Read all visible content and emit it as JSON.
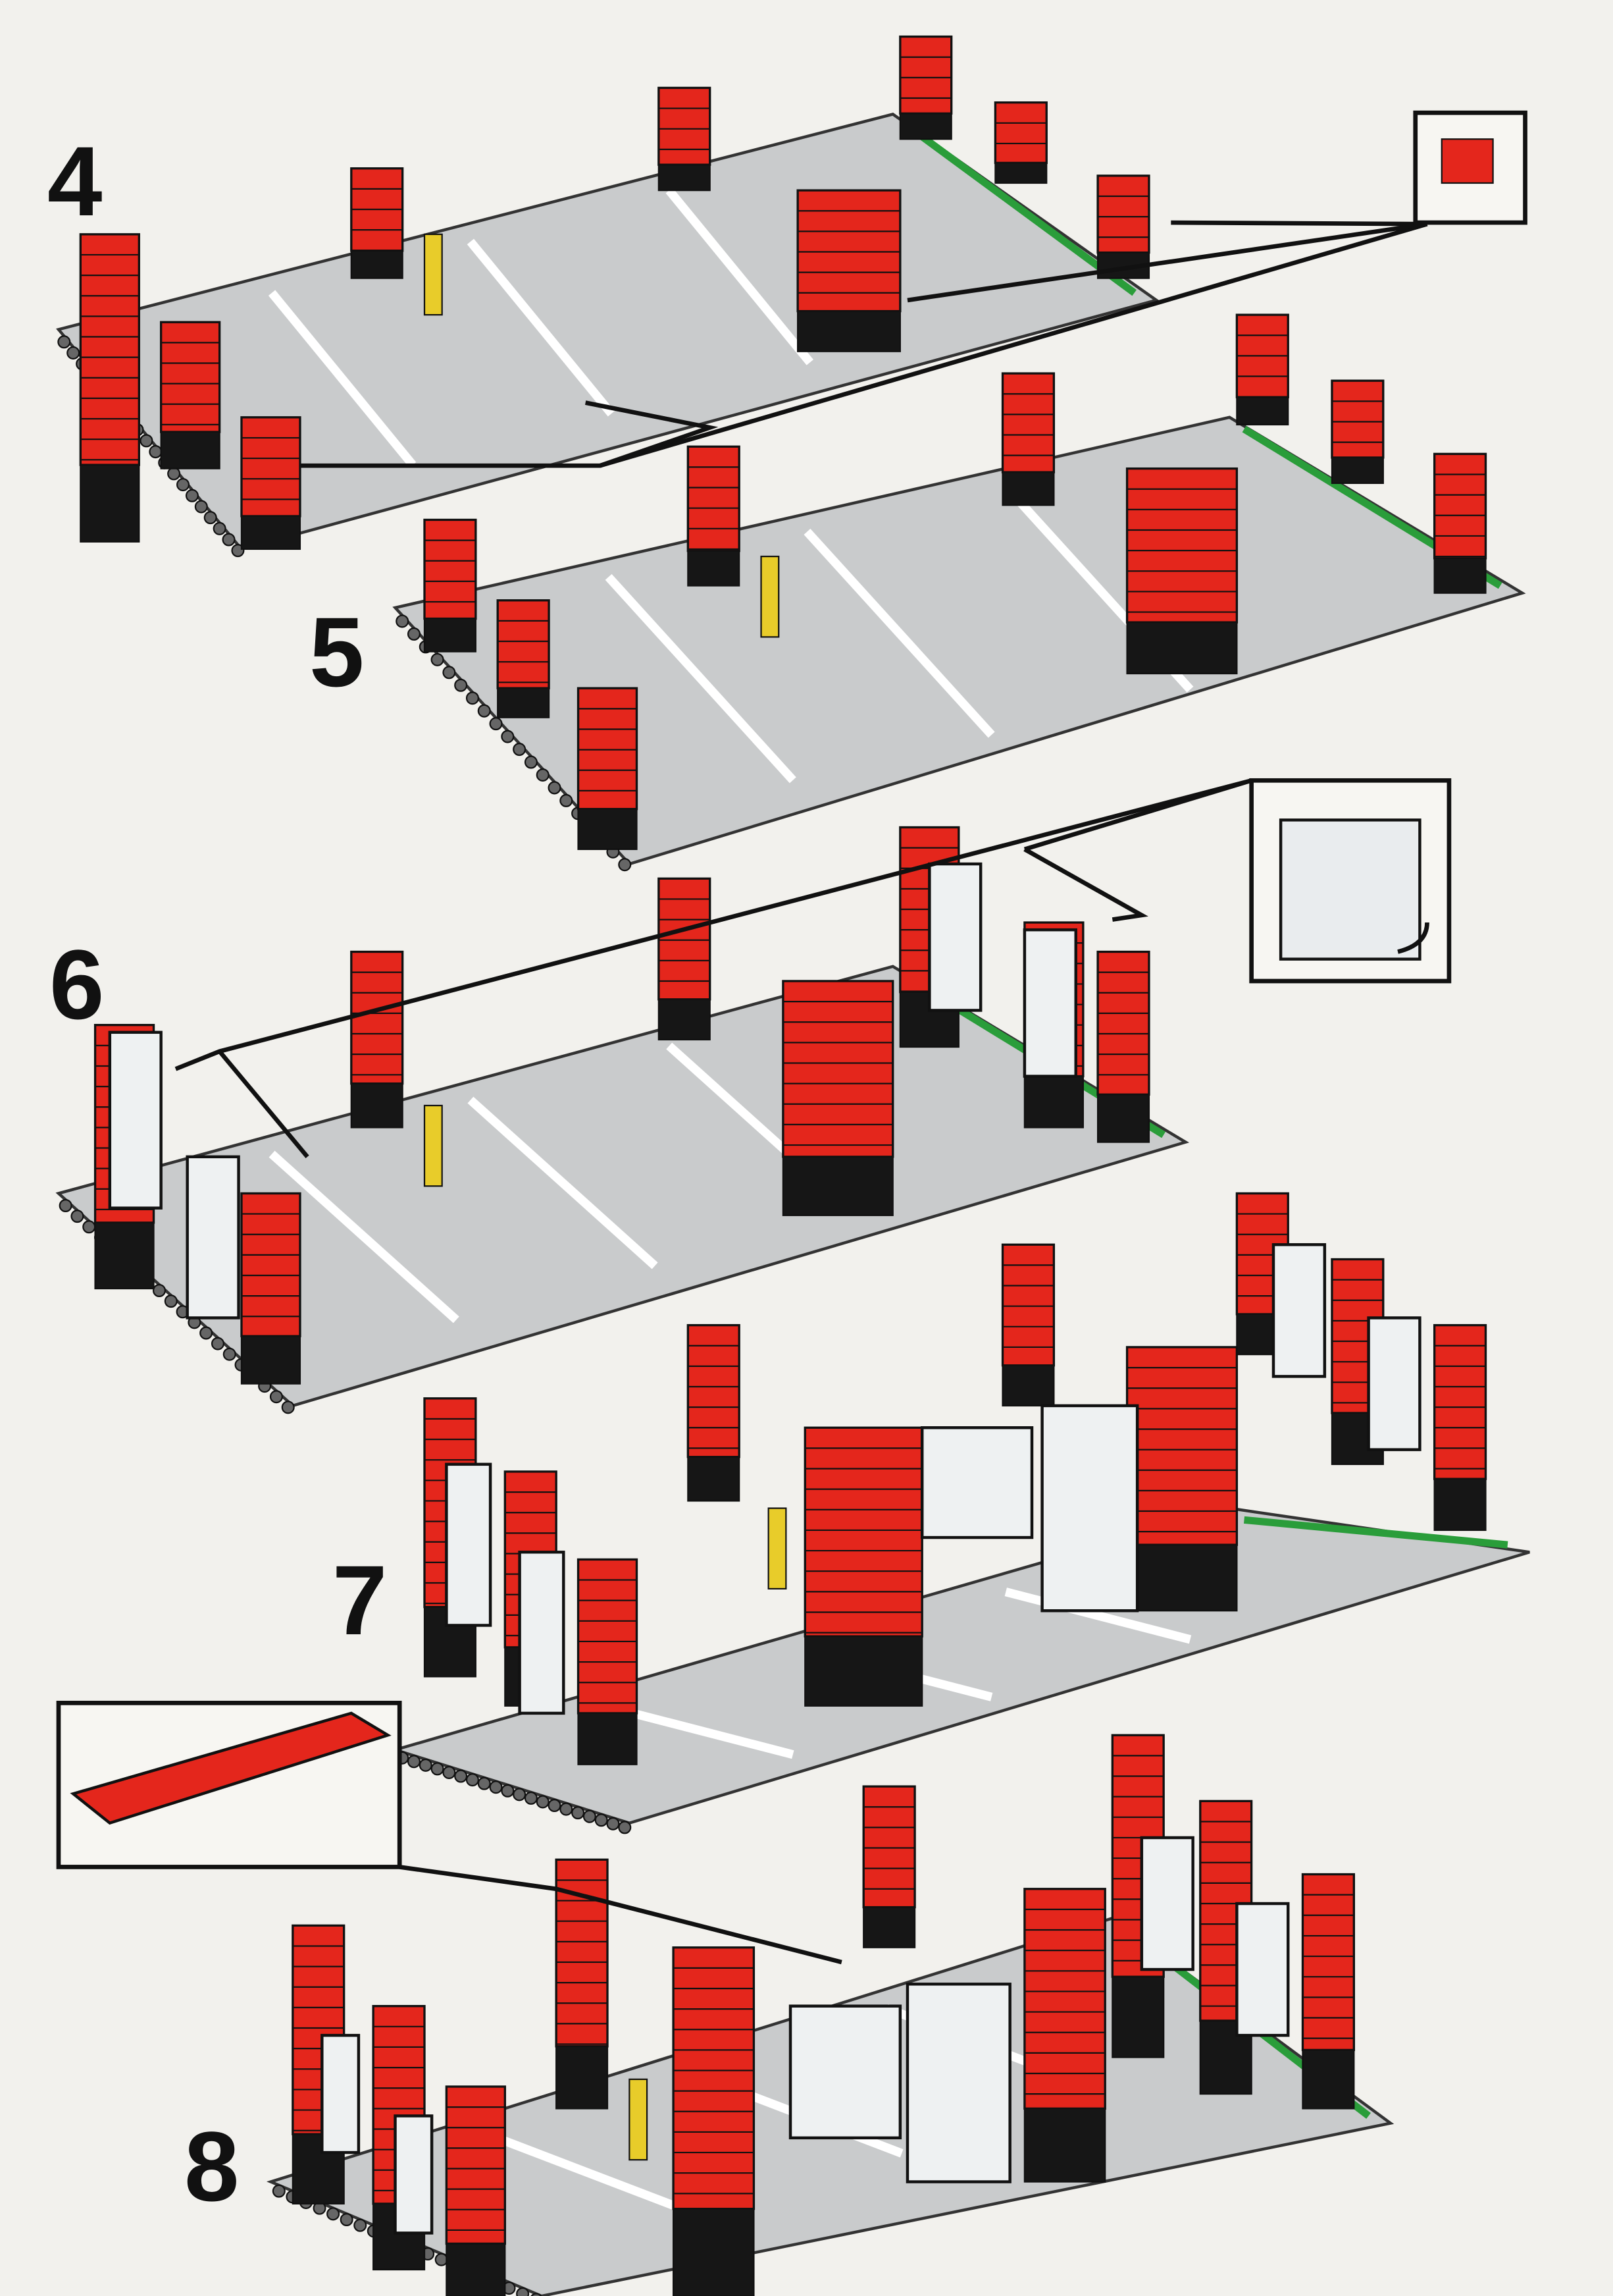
{
  "steps": [
    {
      "number": "4"
    },
    {
      "number": "5"
    },
    {
      "number": "6"
    },
    {
      "number": "7"
    },
    {
      "number": "8"
    }
  ],
  "colors": {
    "background": "#f2f1ed",
    "baseplate": "#c9cbcc",
    "brick_red": "#e4261c",
    "brick_black": "#161616",
    "lane_white": "#ffffff",
    "lane_green": "#2a9d3a",
    "pump_yellow": "#e8cc2a",
    "accent_blue": "#3aa8d8"
  },
  "callouts": [
    {
      "name": "red-1x2-brick-callout"
    },
    {
      "name": "window-frame-callout"
    },
    {
      "name": "red-1x10-brick-callout"
    }
  ]
}
